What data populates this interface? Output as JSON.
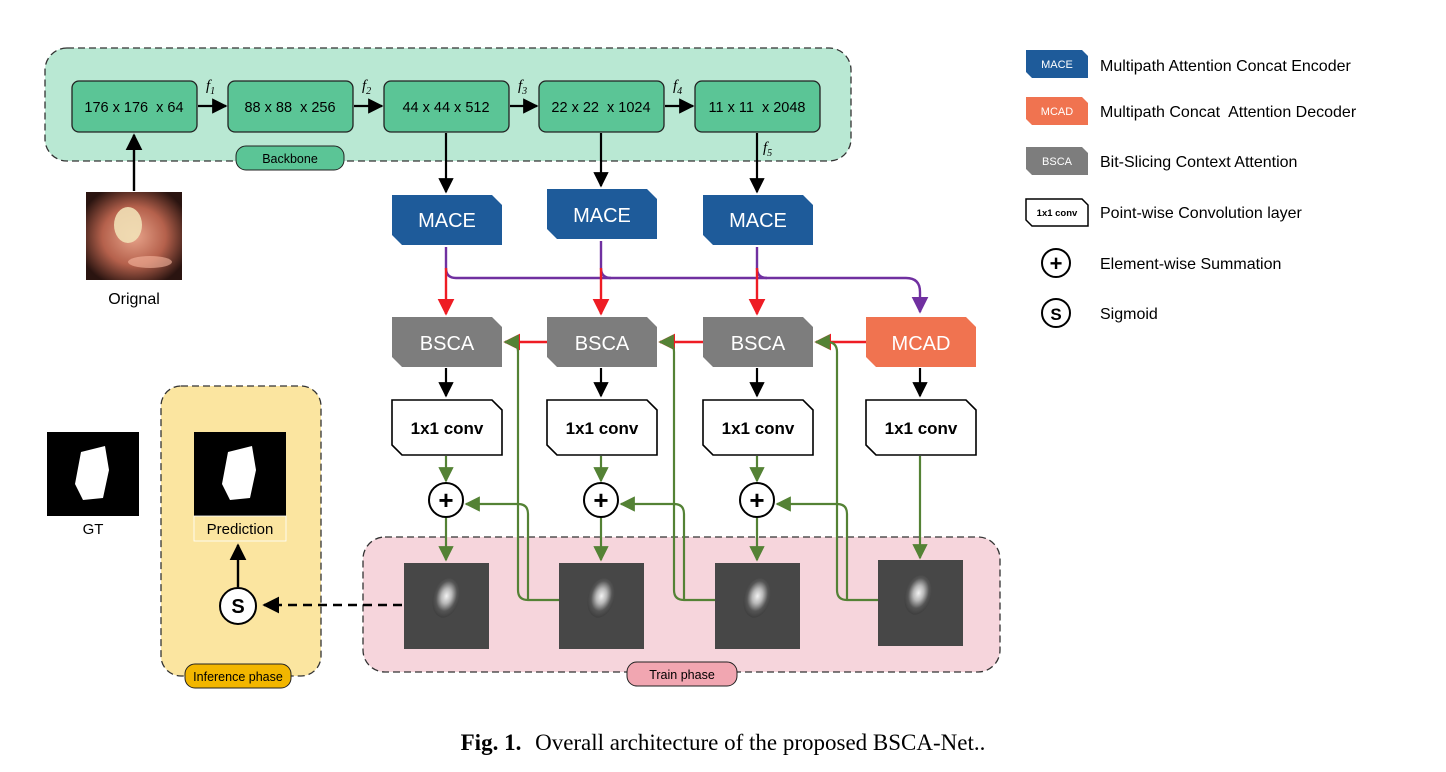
{
  "colors": {
    "backbone_bg": "#b9e8d3",
    "block_green": "#5bc596",
    "mace_blue": "#1e5b9a",
    "mcad_orange": "#f07350",
    "bsca_gray": "#7d7d7d",
    "train_bg": "#f6d5dc",
    "infer_bg": "#fbe5a0",
    "infer_tag": "#f2b600",
    "train_tag": "#f1a6b1",
    "arrow_red": "#ee1c24",
    "arrow_purple": "#7030a0",
    "arrow_green": "#548235"
  },
  "backbone": {
    "label": "Backbone",
    "blocks": [
      "176 x 176  x 64",
      "88 x 88  x 256",
      "44 x 44 x 512",
      "22 x 22  x 1024",
      "11 x 11  x 2048"
    ],
    "features": [
      "f",
      "f",
      "f",
      "f",
      "f"
    ],
    "feature_subs": [
      "1",
      "2",
      "3",
      "4",
      "5"
    ]
  },
  "original_label": "Orignal",
  "mace_label": "MACE",
  "bsca_label": "BSCA",
  "mcad_label": "MCAD",
  "conv_label": "1x1 conv",
  "sum_symbol": "+",
  "sigmoid_symbol": "S",
  "gt_label": "GT",
  "prediction_label": "Prediction",
  "inference_label": "Inference phase",
  "train_label": "Train phase",
  "legend": [
    {
      "tag": "MACE",
      "text": "Multipath Attention Concat Encoder",
      "icon": "mace-icon"
    },
    {
      "tag": "MCAD",
      "text": "Multipath Concat  Attention Decoder",
      "icon": "mcad-icon"
    },
    {
      "tag": "BSCA",
      "text": "Bit-Slicing Context Attention",
      "icon": "bsca-icon"
    },
    {
      "tag": "1x1 conv",
      "text": "Point-wise Convolution layer",
      "icon": "conv-icon"
    },
    {
      "tag": "+",
      "text": "Element-wise Summation",
      "icon": "plus-circle-icon"
    },
    {
      "tag": "S",
      "text": "Sigmoid",
      "icon": "sigmoid-circle-icon"
    }
  ],
  "caption": {
    "fig": "Fig. 1.",
    "text": "Overall architecture of the proposed BSCA-Net.."
  }
}
